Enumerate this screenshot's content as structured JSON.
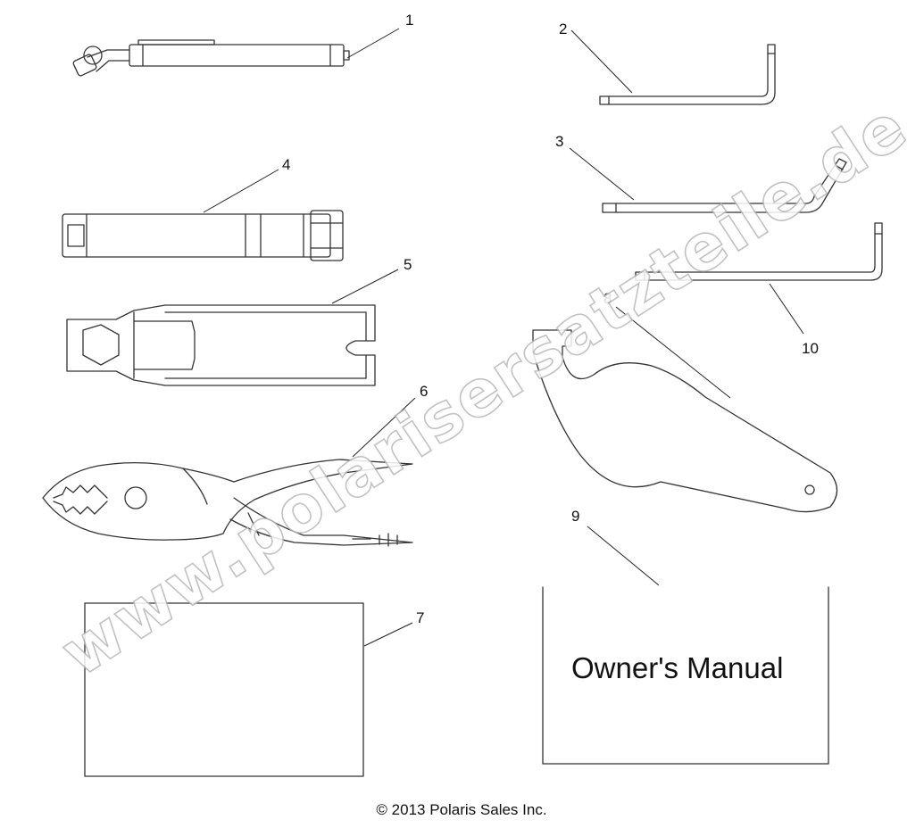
{
  "watermark": "www.polarisersatzteile.de",
  "callouts": [
    "1",
    "2",
    "3",
    "4",
    "5",
    "6",
    "7",
    "8",
    "9",
    "10"
  ],
  "manual": {
    "title": "Owner's Manual"
  },
  "footer": {
    "copyright": "© 2013 Polaris Sales Inc."
  },
  "colors": {
    "line": "#333333",
    "watermark_outline": "#b8b8b8",
    "background": "#ffffff"
  }
}
